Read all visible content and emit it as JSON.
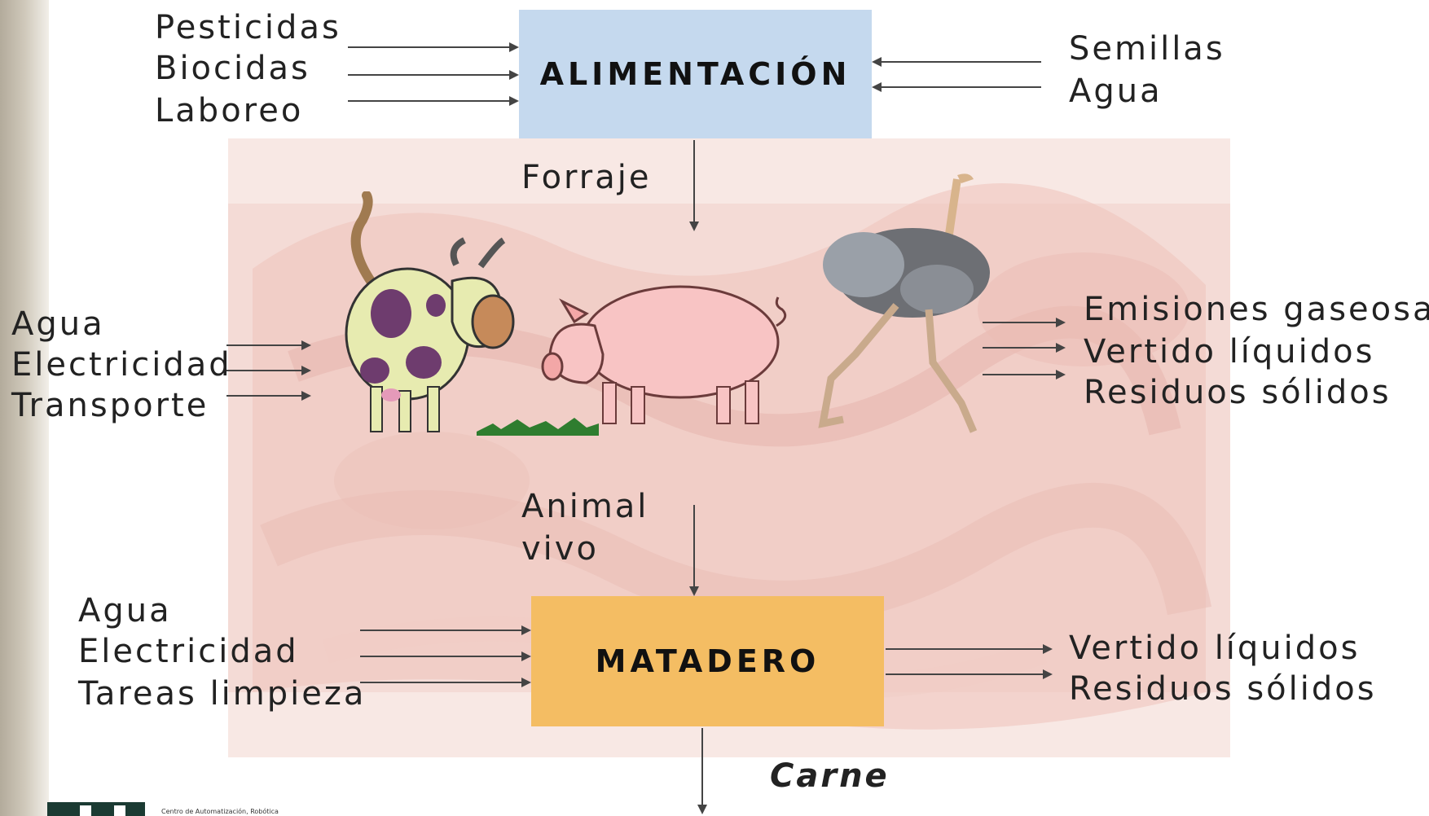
{
  "boxes": {
    "alimentacion": "ALIMENTACIÓN",
    "matadero": "MATADERO"
  },
  "alimentacion_inputs_left": [
    "Pesticidas",
    "Biocidas",
    "Laboreo"
  ],
  "alimentacion_inputs_right": [
    "Semillas",
    "Agua"
  ],
  "flow_labels": {
    "forraje": "Forraje",
    "animal_vivo_1": "Animal",
    "animal_vivo_2": "vivo",
    "carne": "Carne"
  },
  "animals_inputs": [
    "Agua",
    "Electricidad",
    "Transporte"
  ],
  "animals_outputs": [
    "Emisiones gaseosas",
    "Vertido líquidos",
    "Residuos sólidos"
  ],
  "matadero_inputs": [
    "Agua",
    "Electricidad",
    "Tareas limpieza"
  ],
  "matadero_outputs": [
    "Vertido líquidos",
    "Residuos sólidos"
  ],
  "logo": {
    "text": "Centro de Automatización, Robótica",
    "mark": "CT"
  },
  "colors": {
    "alimentacion_box": "#c5d9ee",
    "matadero_box": "#f4bd63",
    "arrow": "#444444",
    "meat_background": "#d87a7a"
  },
  "icons": [
    "cow-icon",
    "pig-icon",
    "ostrich-icon",
    "grass-icon",
    "meat-background"
  ]
}
